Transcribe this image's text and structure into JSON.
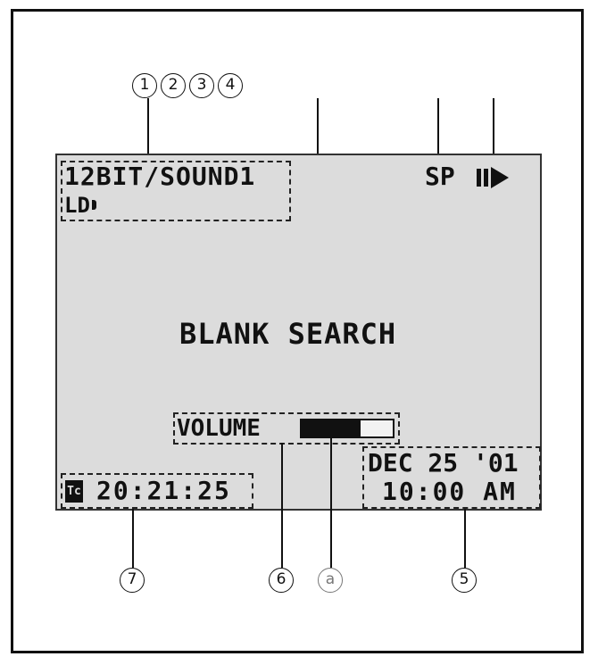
{
  "callouts": {
    "top": [
      "1",
      "2",
      "3",
      "4"
    ],
    "bottom_left": "7",
    "bottom_mid": "6",
    "bottom_a": "a",
    "bottom_right": "5"
  },
  "display": {
    "audio_mode": "12BIT/SOUND1",
    "ld_indicator": "LD",
    "tape_speed": "SP",
    "play_mode_icon": "play-pause-icon",
    "center_message": "BLANK SEARCH",
    "volume_label": "VOLUME",
    "volume_level": 0.65,
    "date": "DEC 25 '01",
    "time": "10:00 AM",
    "timecode_icon": "tc-icon",
    "timecode_icon_text": "Tc",
    "timecode": "20:21:25"
  },
  "colors": {
    "screen_bg": "#dcdcdc",
    "ink": "#111111"
  }
}
